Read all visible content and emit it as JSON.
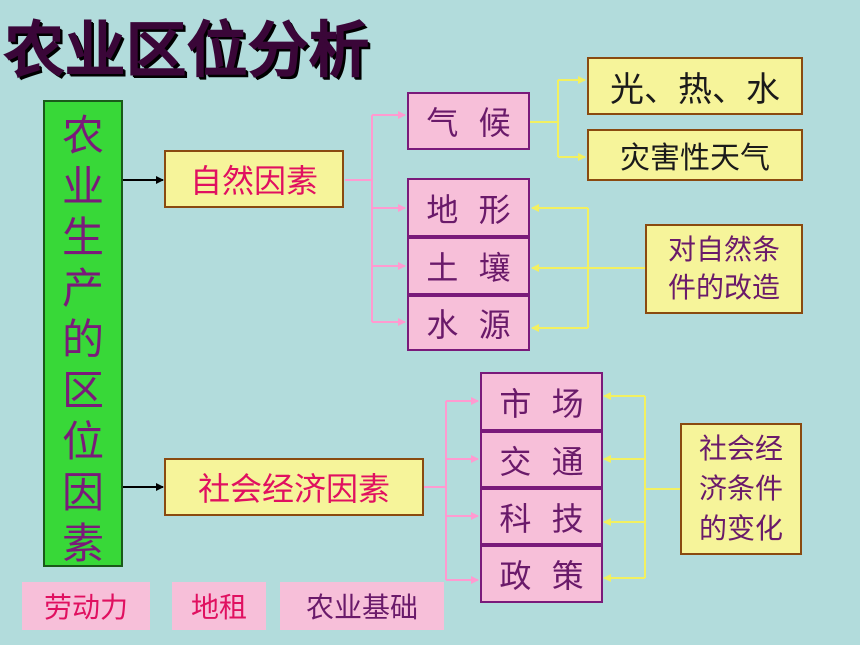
{
  "title": "农业区位分析",
  "main_label": "农业生产的区位因素",
  "natural": {
    "label": "自然因素",
    "items": [
      "气  候",
      "地  形",
      "土  壤",
      "水  源"
    ],
    "climate_children": [
      "光、热、水",
      "灾害性天气"
    ],
    "note": "对自然条件的改造"
  },
  "social": {
    "label": "社会经济因素",
    "items": [
      "市  场",
      "交  通",
      "科  技",
      "政  策"
    ],
    "note": "社会经济条件的变化"
  },
  "bottom_labels": [
    "劳动力",
    "地租",
    "农业基础"
  ],
  "colors": {
    "background": "#b2dcdc",
    "green_box": "#38d838",
    "yellow_box": "#f6f49a",
    "pink_box": "#f7bfd9",
    "red_text": "#e01060",
    "purple_text": "#6a1a6a",
    "pink_line": "#ff9ad0",
    "yellow_line": "#f2f060"
  }
}
